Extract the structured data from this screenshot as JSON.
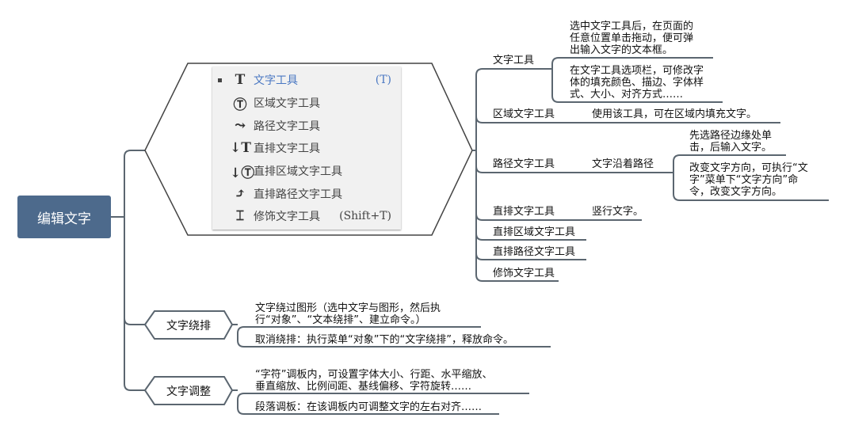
{
  "root": "编辑文字",
  "panel": {
    "items": [
      {
        "icon": "T",
        "label": "文字工具",
        "shortcut": "(T)",
        "selected": true
      },
      {
        "icon": "Ⓣ",
        "label": "区域文字工具"
      },
      {
        "icon": "⤳",
        "label": "路径文字工具"
      },
      {
        "icon": "↓T",
        "label": "直排文字工具"
      },
      {
        "icon": "↓Ⓣ",
        "label": "直排区域文字工具"
      },
      {
        "icon": "⤴",
        "label": "直排路径文字工具"
      },
      {
        "icon": "⌶",
        "label": "修饰文字工具",
        "shortcut": "(Shift+T)"
      }
    ],
    "accent": "#4a78c2"
  },
  "tools": {
    "text": {
      "label": "文字工具",
      "desc1": "选中文字工具后，在页面的\n任意位置单击拖动，便可弹\n出输入文字的文本框。",
      "desc2": "在文字工具选项栏，可修改字\n体的填充颜色、描边、字体样\n式、大小、对齐方式……"
    },
    "area": {
      "label": "区域文字工具",
      "desc": "使用该工具，可在区域内填充文字。"
    },
    "path": {
      "label": "路径文字工具",
      "desc": "文字沿着路径",
      "sub1": "先选路径边缘处单\n击，后输入文字。",
      "sub2": "改变文字方向，可执行“文\n字”菜单下“文字方向”命\n令，改变文字方向。"
    },
    "vertical": {
      "label": "直排文字工具",
      "desc": "竖行文字。"
    },
    "vertical_area": {
      "label": "直排区域文字工具"
    },
    "vertical_path": {
      "label": "直排路径文字工具"
    },
    "touch": {
      "label": "修饰文字工具"
    }
  },
  "wrap": {
    "label": "文字绕排",
    "desc1": "文字绕过图形（选中文字与图形，然后执\n行“对象”、“文本绕排”、建立命令。）",
    "desc2": "取消绕排：执行菜单“对象”下的“文字绕排”，释放命令。"
  },
  "adjust": {
    "label": "文字调整",
    "desc1": "“字符”调板内，可设置字体大小、行距、水平缩放、\n垂直缩放、比例间距、基线偏移、字符旋转……",
    "desc2": "段落调板：在该调板内可调整文字的左右对齐……"
  },
  "colors": {
    "line": "#5b6670",
    "root": "#4d6a8c"
  }
}
